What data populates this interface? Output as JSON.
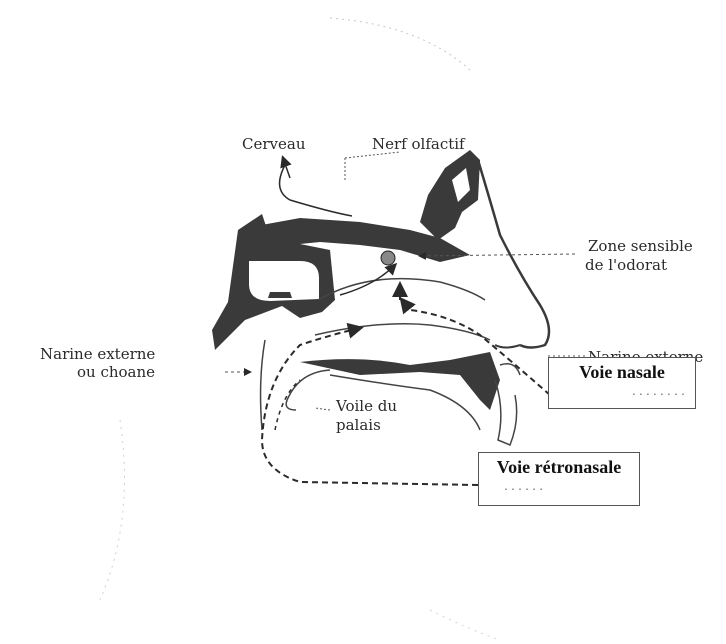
{
  "labels": {
    "cerveau": "Cerveau",
    "nerf": "Nerf olfactif",
    "zone_line1": "Zone sensible",
    "zone_line2": "de l'odorat",
    "narine_choane_line1": "Narine externe",
    "narine_choane_line2": "ou choane",
    "narine_externe": "Narine externe",
    "voile_line1": "Voile du",
    "voile_line2": "palais"
  },
  "boxes": {
    "voie_nasale": {
      "title": "Voie nasale",
      "dots": "........"
    },
    "voie_retronasale": {
      "title": "Voie rétronasale",
      "dots": "......"
    }
  },
  "colors": {
    "ink": "#2a2a2a",
    "bone": "#3a3a3a",
    "background": "#ffffff"
  }
}
